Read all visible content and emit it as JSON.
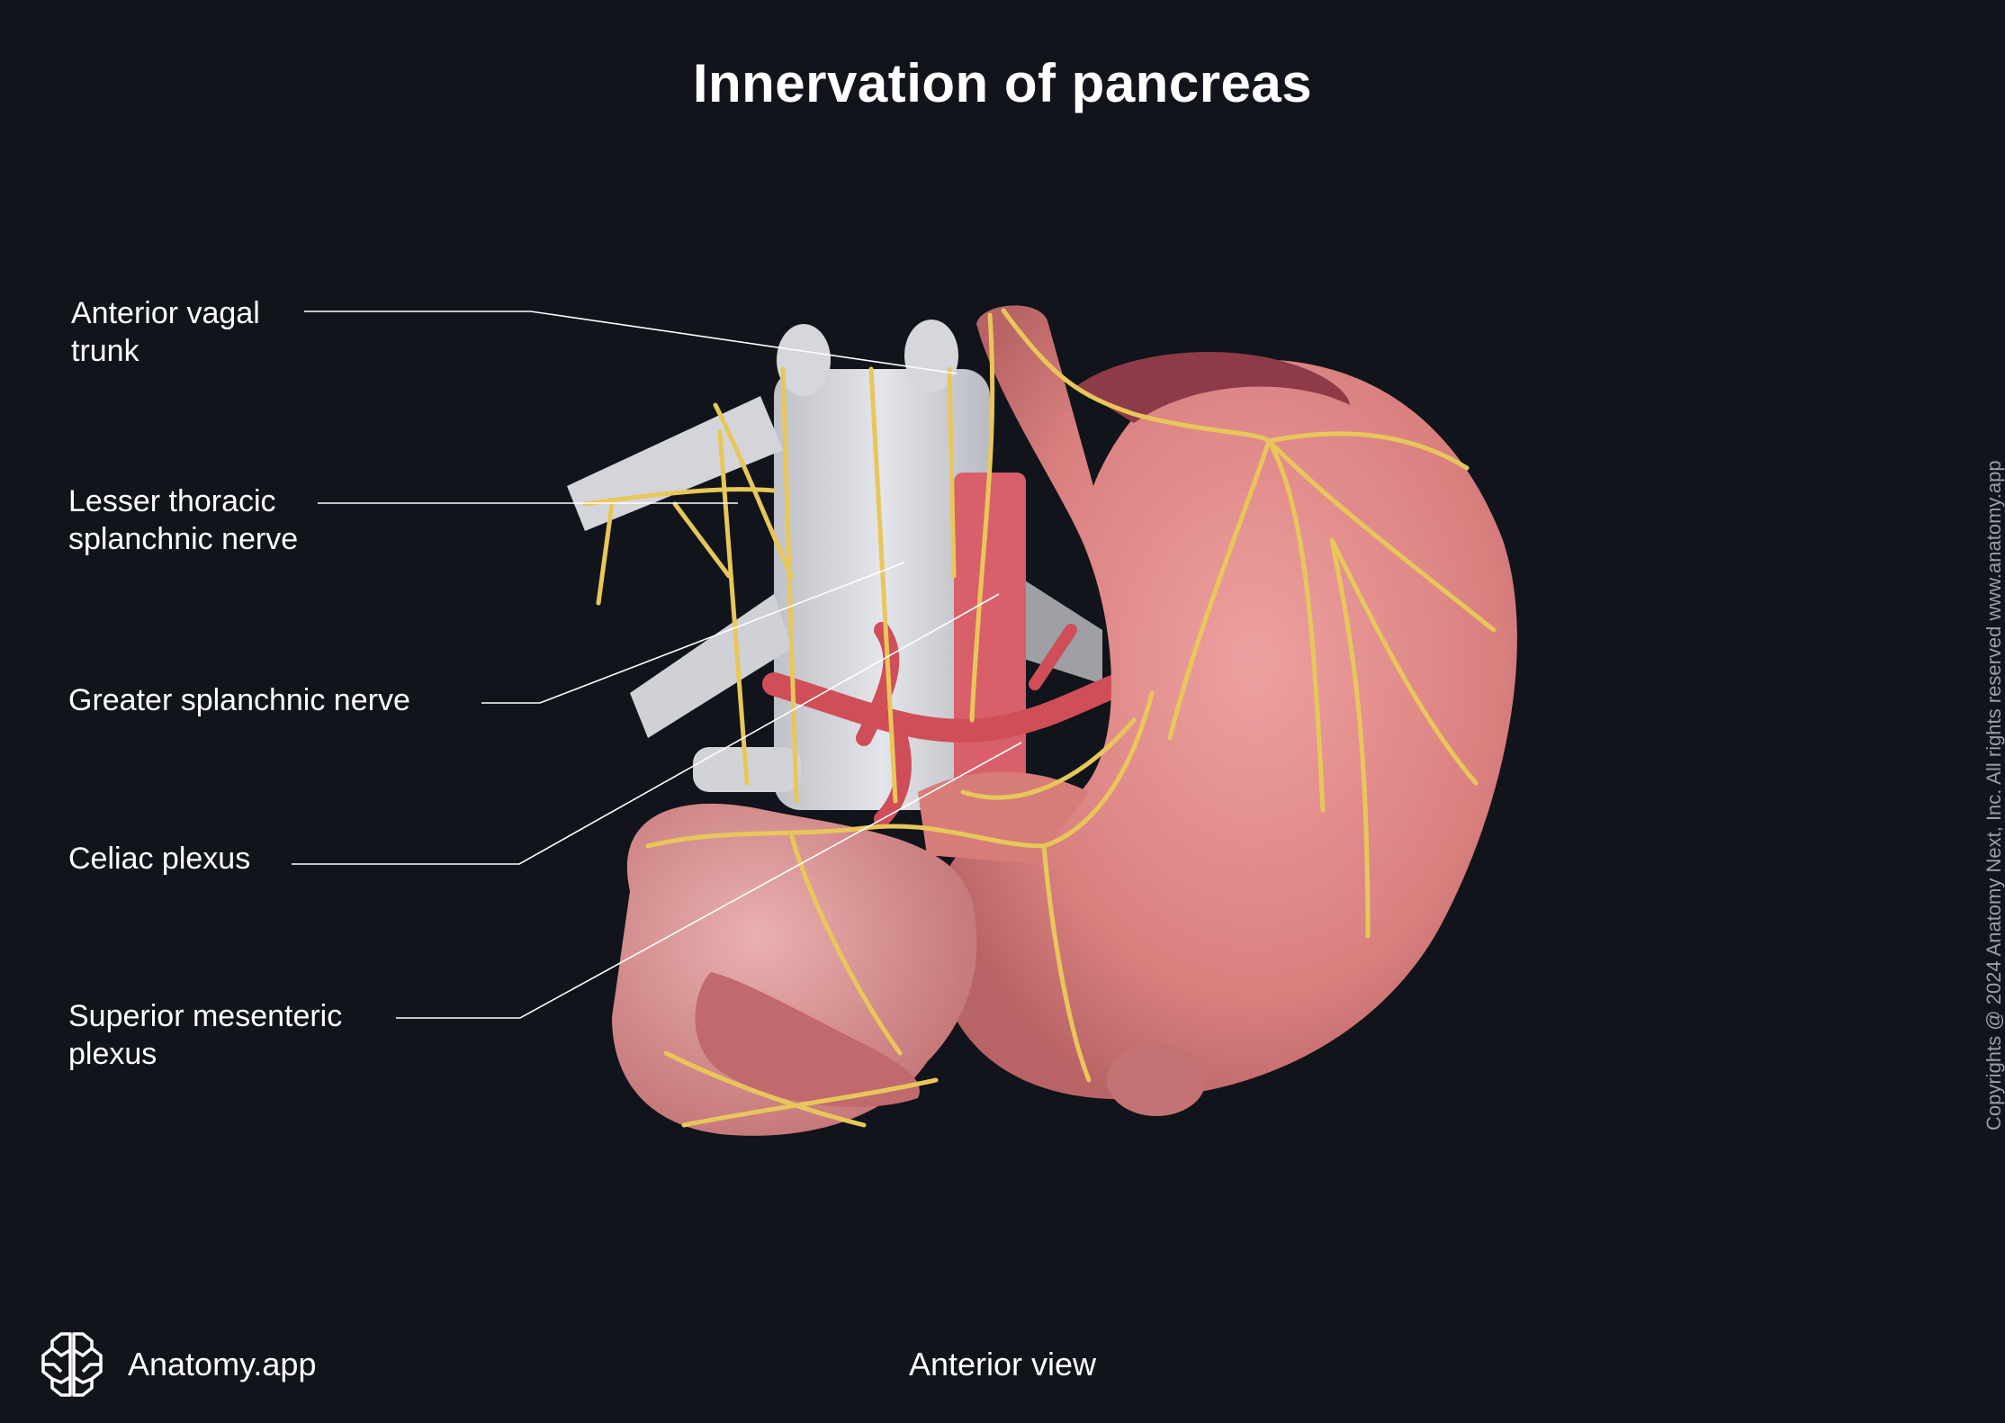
{
  "title": "Innervation of pancreas",
  "view_label": "Anterior view",
  "brand": {
    "name": "Anatomy.app",
    "icon": "brain-icon"
  },
  "copyright": "Copyrights @ 2024 Anatomy Next, Inc. All rights reserved www.anatomy.app",
  "labels": [
    {
      "id": "anterior-vagal-trunk",
      "line1": "Anterior vagal",
      "line2": "trunk"
    },
    {
      "id": "lesser-thoracic-splanchnic-nerve",
      "line1": "Lesser thoracic",
      "line2": "splanchnic nerve"
    },
    {
      "id": "greater-splanchnic-nerve",
      "line1": "Greater splanchnic nerve",
      "line2": ""
    },
    {
      "id": "celiac-plexus",
      "line1": "Celiac plexus",
      "line2": ""
    },
    {
      "id": "superior-mesenteric-plexus",
      "line1": "Superior mesenteric",
      "line2": "plexus"
    }
  ],
  "colors": {
    "background": "#11141a",
    "nerve": "#e8c75a",
    "stomach": "#dd8a8a",
    "vessel": "#d0505a",
    "bone": "#d9dadf",
    "leader": "#ffffff"
  }
}
